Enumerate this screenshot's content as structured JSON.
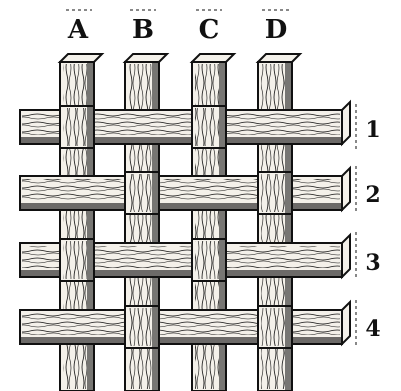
{
  "columns": [
    {
      "label": "A"
    },
    {
      "label": "B"
    },
    {
      "label": "C"
    },
    {
      "label": "D"
    }
  ],
  "rows": [
    {
      "label": "1"
    },
    {
      "label": "2"
    },
    {
      "label": "3"
    },
    {
      "label": "4"
    }
  ],
  "colors": {
    "ink": "#111111",
    "wood": "#f4f1ea",
    "paper": "#ffffff"
  }
}
